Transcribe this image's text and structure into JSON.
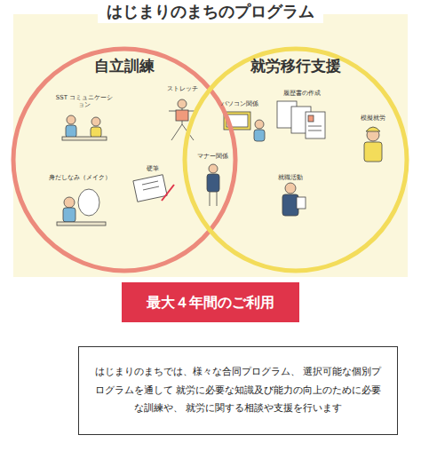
{
  "diagram": {
    "title": "はじまりのまちのプログラム",
    "nodes": [
      {
        "text": [
          "自立訓練"
        ]
      },
      {
        "text": [
          "就労移行支援"
        ]
      },
      {
        "text": [
          "最大４年間のご利用"
        ]
      },
      {
        "text": [
          "はじまりのまちでは、様々な合同プログラム、 選択可能な個別プログラムを通して 就労に必要な知識及び能力の向上のために必要な訓練や、 就労に関する相談や支援を行います"
        ]
      }
    ],
    "labels": [
      "SST コミュニケーション",
      "ストレッチ",
      "パソコン関係",
      "履歴書の作成",
      "模擬就労",
      "身だしなみ（メイク）",
      "硬筆",
      "マナー関係",
      "就職活動"
    ]
  }
}
